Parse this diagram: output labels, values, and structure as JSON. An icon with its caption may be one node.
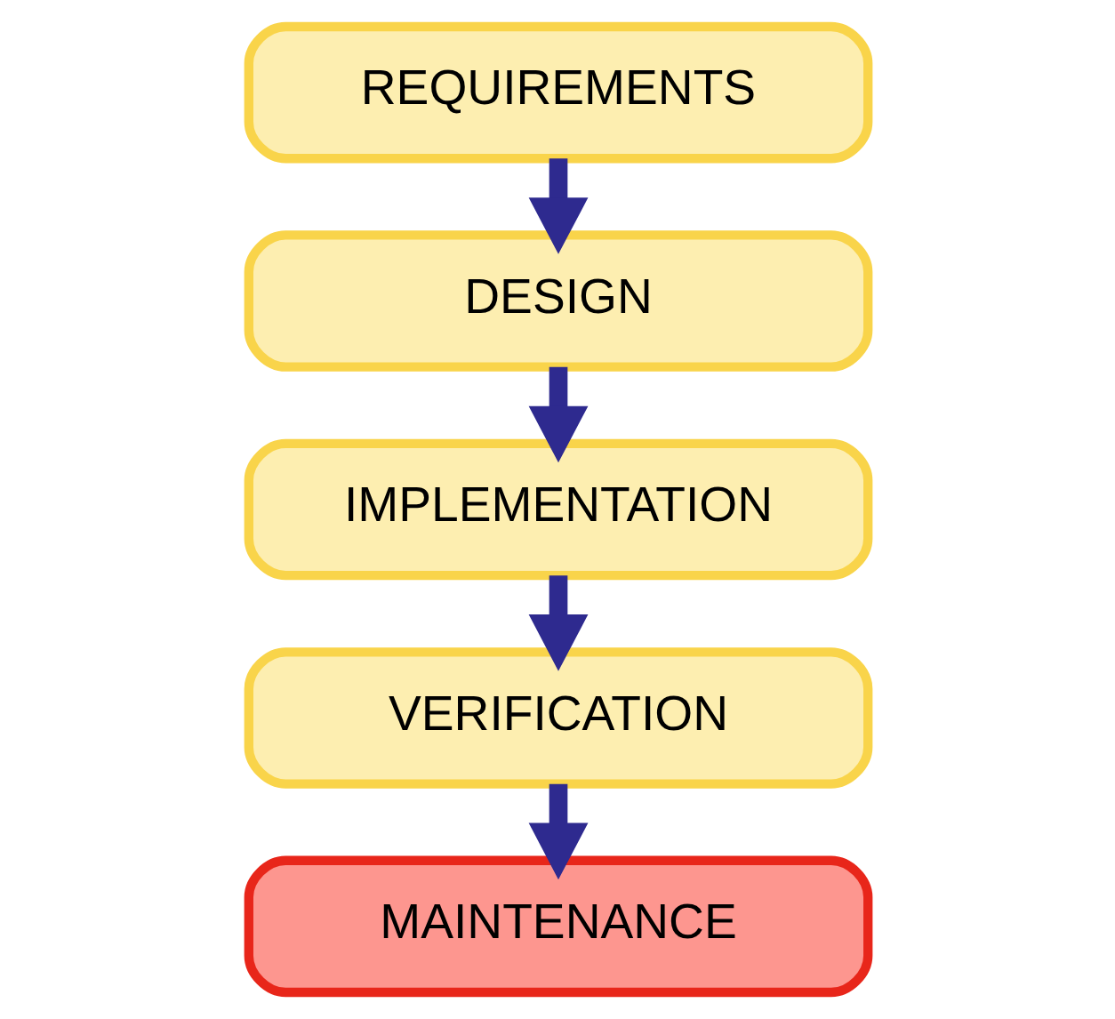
{
  "diagram": {
    "nodes": [
      {
        "text": [
          "REQUIREMENTS"
        ]
      },
      {
        "text": [
          "DESIGN"
        ]
      },
      {
        "text": [
          "IMPLEMENTATION"
        ]
      },
      {
        "text": [
          "VERIFICATION"
        ]
      },
      {
        "text": [
          "MAINTENANCE"
        ]
      }
    ],
    "edges": [
      {
        "from": 0,
        "to": 1,
        "arrow": "to"
      },
      {
        "from": 1,
        "to": 2,
        "arrow": "to"
      },
      {
        "from": 2,
        "to": 3,
        "arrow": "to"
      },
      {
        "from": 3,
        "to": 4,
        "arrow": "to"
      }
    ]
  }
}
